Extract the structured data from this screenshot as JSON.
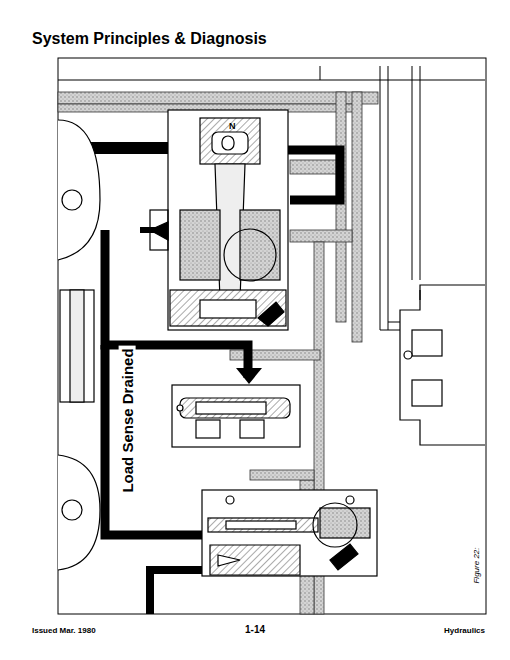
{
  "diagram": {
    "title": "System Principles & Diagnosis",
    "labels": [
      "N",
      "Load Sense Drained",
      "Figure 22:",
      "Issued Mar. 1980",
      "1-14",
      "Hydraulics"
    ]
  }
}
